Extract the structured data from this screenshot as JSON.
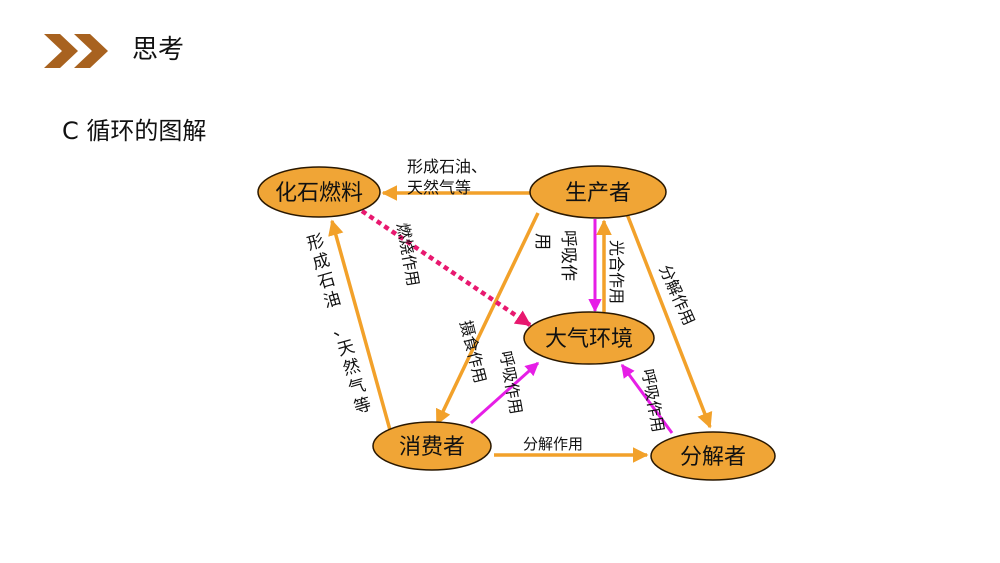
{
  "header": {
    "title": "思考",
    "accent_color": "#a8621f",
    "icon": "double-chevron-right-icon"
  },
  "subtitle": "C 循环的图解",
  "colors": {
    "node_fill": "#f0a536",
    "node_stroke": "#2a1800",
    "orange_arrow": "#f2a12a",
    "magenta_arrow": "#e61ee6",
    "pink_dotted_arrow": "#e8186f"
  },
  "nodes": {
    "fossil_fuel": "化石燃料",
    "producer": "生产者",
    "atmosphere": "大气环境",
    "consumer": "消费者",
    "decomposer": "分解者"
  },
  "labels": {
    "producer_to_fossil_line1": "形成石油、",
    "producer_to_fossil_line2": "天然气等",
    "consumer_to_fossil": [
      "形",
      "成",
      "石",
      "油",
      "、",
      "天",
      "然",
      "气",
      "等"
    ],
    "burning": "燃烧作用",
    "predation": "摄食作用",
    "producer_respiration_col1": "呼吸作",
    "producer_respiration_col2": "用",
    "photosynthesis": "光合作用",
    "producer_decomposition": "分解作用",
    "consumer_respiration": "呼吸作用",
    "decomposer_respiration": "呼吸作用",
    "consumer_decomposition": "分解作用"
  }
}
